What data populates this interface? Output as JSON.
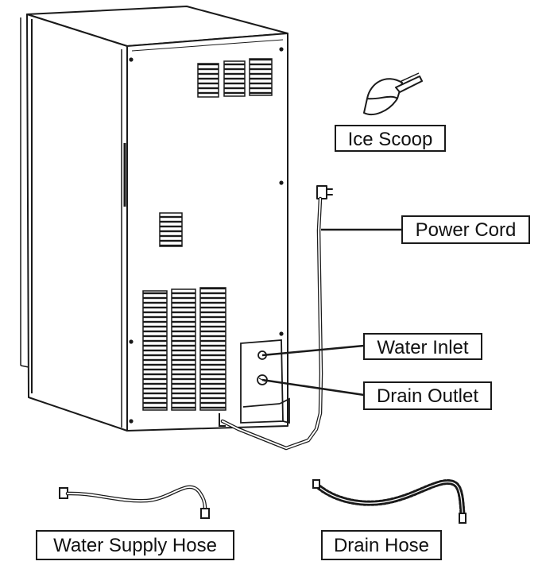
{
  "labels": {
    "ice_scoop": "Ice Scoop",
    "power_cord": "Power Cord",
    "water_inlet": "Water Inlet",
    "drain_outlet": "Drain Outlet",
    "water_supply_hose": "Water Supply Hose",
    "drain_hose": "Drain Hose"
  },
  "colors": {
    "line": "#1a1a1a",
    "background": "#ffffff"
  },
  "icons": [
    "ice-maker-unit",
    "ice-scoop-icon",
    "power-plug-icon",
    "water-supply-hose-icon",
    "drain-hose-icon"
  ]
}
